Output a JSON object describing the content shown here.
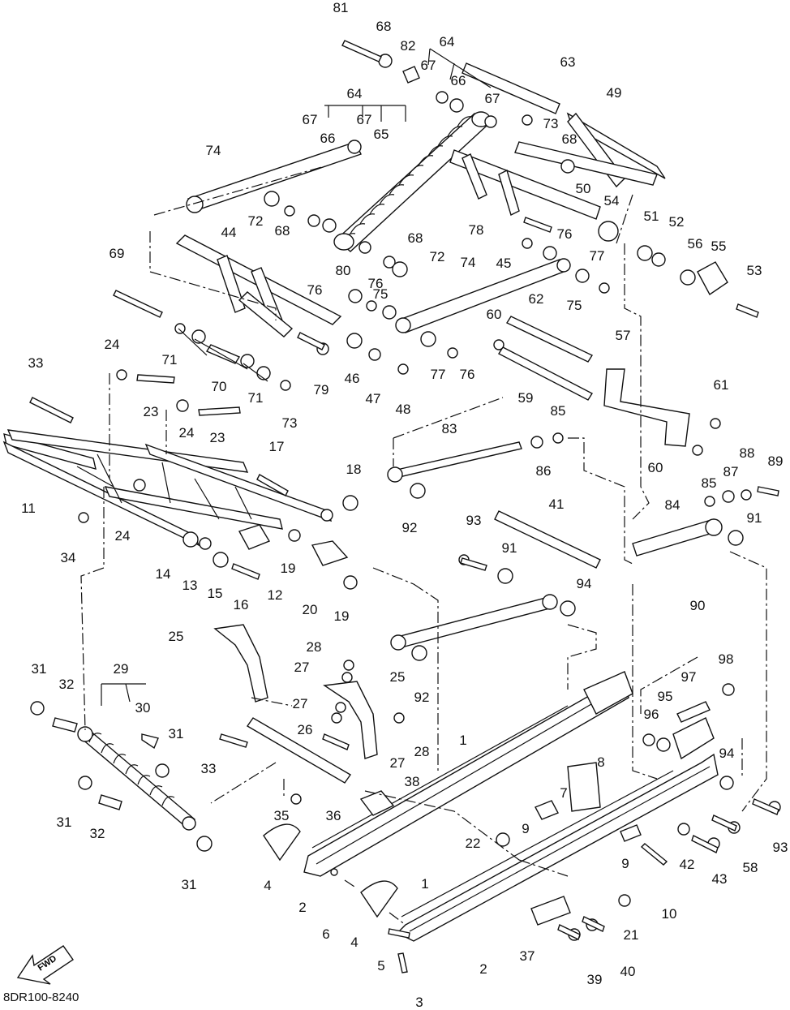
{
  "diagram": {
    "part_code": "8DR100-8240",
    "fwd_label": "FWD",
    "labels": [
      "81",
      "68",
      "82",
      "64",
      "67",
      "66",
      "67",
      "63",
      "49",
      "73",
      "68",
      "64",
      "67",
      "66",
      "67",
      "65",
      "74",
      "72",
      "68",
      "50",
      "54",
      "78",
      "51",
      "52",
      "56",
      "55",
      "53",
      "44",
      "69",
      "68",
      "72",
      "80",
      "76",
      "75",
      "74",
      "77",
      "76",
      "45",
      "76",
      "75",
      "62",
      "60",
      "71",
      "70",
      "71",
      "79",
      "46",
      "47",
      "48",
      "77",
      "76",
      "59",
      "57",
      "61",
      "24",
      "33",
      "23",
      "24",
      "23",
      "73",
      "83",
      "85",
      "86",
      "60",
      "88",
      "89",
      "17",
      "18",
      "11",
      "24",
      "34",
      "14",
      "13",
      "15",
      "16",
      "12",
      "19",
      "20",
      "19",
      "92",
      "93",
      "41",
      "91",
      "85",
      "87",
      "84",
      "91",
      "90",
      "94",
      "25",
      "28",
      "27",
      "25",
      "27",
      "26",
      "27",
      "28",
      "29",
      "31",
      "32",
      "30",
      "31",
      "31",
      "32",
      "33",
      "35",
      "36",
      "38",
      "1",
      "8",
      "92",
      "98",
      "97",
      "95",
      "96",
      "94",
      "93",
      "7",
      "9",
      "42",
      "58",
      "43",
      "22",
      "1",
      "9",
      "10",
      "21",
      "4",
      "2",
      "6",
      "4",
      "5",
      "3",
      "2",
      "37",
      "39",
      "40",
      "31"
    ]
  }
}
